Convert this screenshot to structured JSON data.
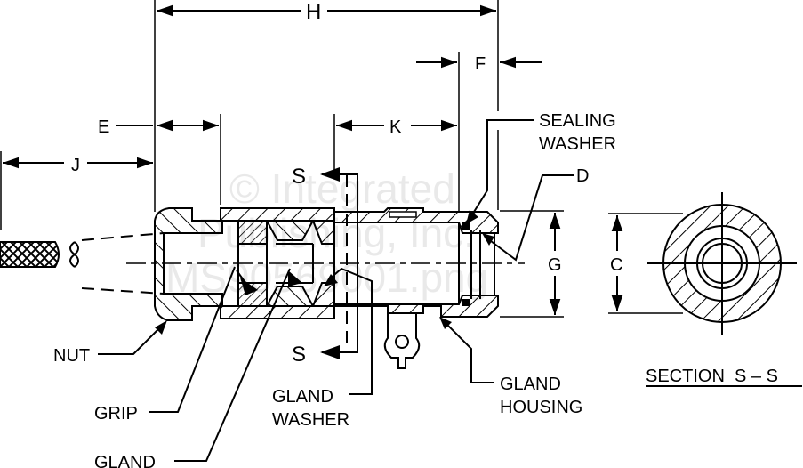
{
  "drawing": {
    "title": "Cable gland assembly (cross-section)",
    "watermark": {
      "line1": "© Integrated",
      "line2": "Publishing, Inc.",
      "line3": "MS90569001.png"
    },
    "dimensions": {
      "H": "H",
      "F": "F",
      "E": "E",
      "K": "K",
      "J": "J",
      "D": "D",
      "G": "G",
      "C": "C"
    },
    "section_markers": {
      "top": "S",
      "bottom": "S"
    },
    "callouts": {
      "sealing_washer": [
        "SEALING",
        "WASHER"
      ],
      "nut": "NUT",
      "grip": "GRIP",
      "gland": "GLAND",
      "gland_washer": [
        "GLAND",
        "WASHER"
      ],
      "gland_housing": [
        "GLAND",
        "HOUSING"
      ]
    },
    "section_title": "SECTION  S – S"
  }
}
